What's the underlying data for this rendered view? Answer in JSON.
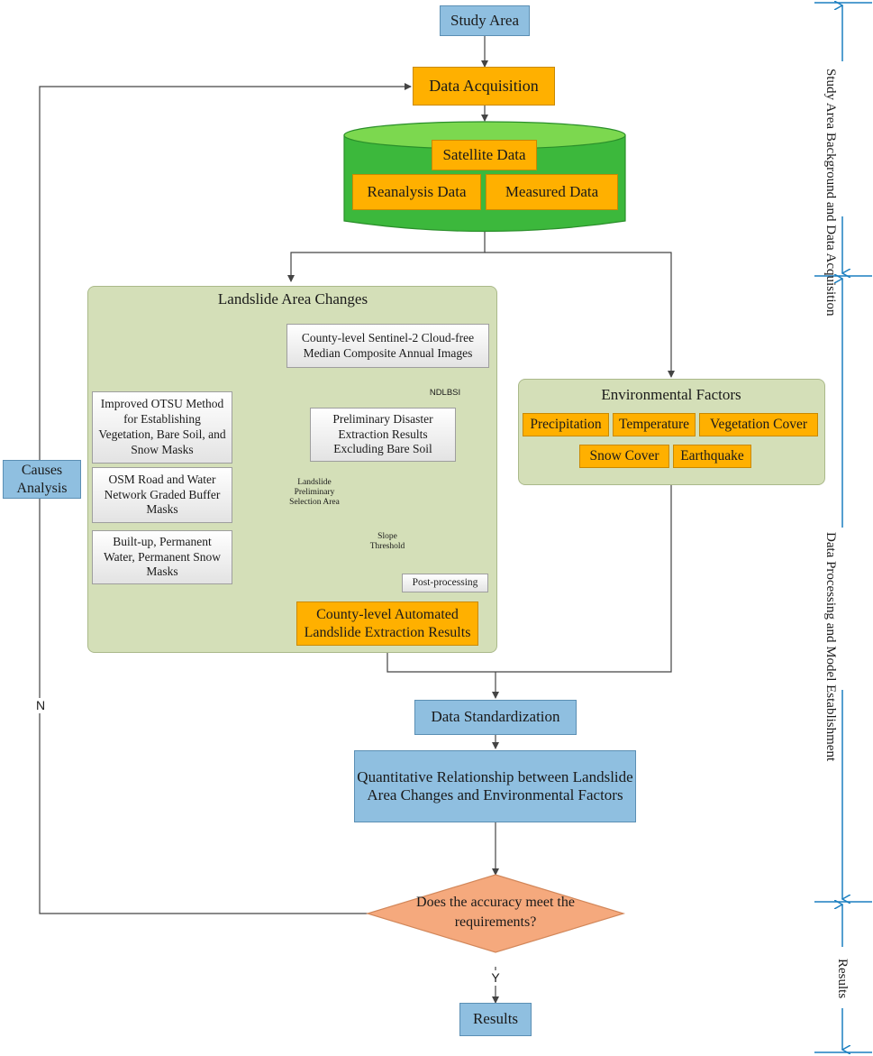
{
  "nodes": {
    "study_area": "Study Area",
    "data_acquisition": "Data Acquisition",
    "satellite_data": "Satellite Data",
    "reanalysis_data": "Reanalysis Data",
    "measured_data": "Measured Data",
    "landslide_panel_title": "Landslide Area Changes",
    "sentinel_images": "County-level Sentinel-2 Cloud-free Median Composite Annual Images",
    "ndlbsi": "NDLBSI",
    "preliminary_results": "Preliminary Disaster Extraction Results Excluding Bare Soil",
    "otsu_masks": "Improved OTSU Method for Establishing Vegetation, Bare Soil, and Snow Masks",
    "osm_masks": "OSM Road and Water Network Graded Buffer Masks",
    "builtup_masks": "Built-up, Permanent Water, Permanent Snow Masks",
    "landslide_selection": "Landslide Preliminary Selection Area",
    "slope_threshold": "Slope Threshold",
    "post_processing": "Post-processing",
    "extraction_results": "County-level Automated Landslide Extraction Results",
    "env_title": "Environmental Factors",
    "precipitation": "Precipitation",
    "temperature": "Temperature",
    "vegetation_cover": "Vegetation Cover",
    "snow_cover": "Snow Cover",
    "earthquake": "Earthquake",
    "causes_analysis": "Causes Analysis",
    "data_standardization": "Data Standardization",
    "quantitative_relationship": "Quantitative Relationship between Landslide Area Changes and Environmental Factors",
    "accuracy_question": "Does the accuracy meet the requirements?",
    "results": "Results",
    "label_n": "N",
    "label_y": "Y"
  },
  "stages": {
    "stage1": "Study Area Background and Data Acquisition",
    "stage2": "Data Processing and Model Establishment",
    "stage3": "Results"
  },
  "colors": {
    "blue_box": "#8fbfe0",
    "orange_box": "#ffb000",
    "green_cylinder": "#3cb83c",
    "panel_green": "#d4dfb8",
    "decision_fill": "#f5a97d",
    "stage_line": "#1b7fc0"
  }
}
